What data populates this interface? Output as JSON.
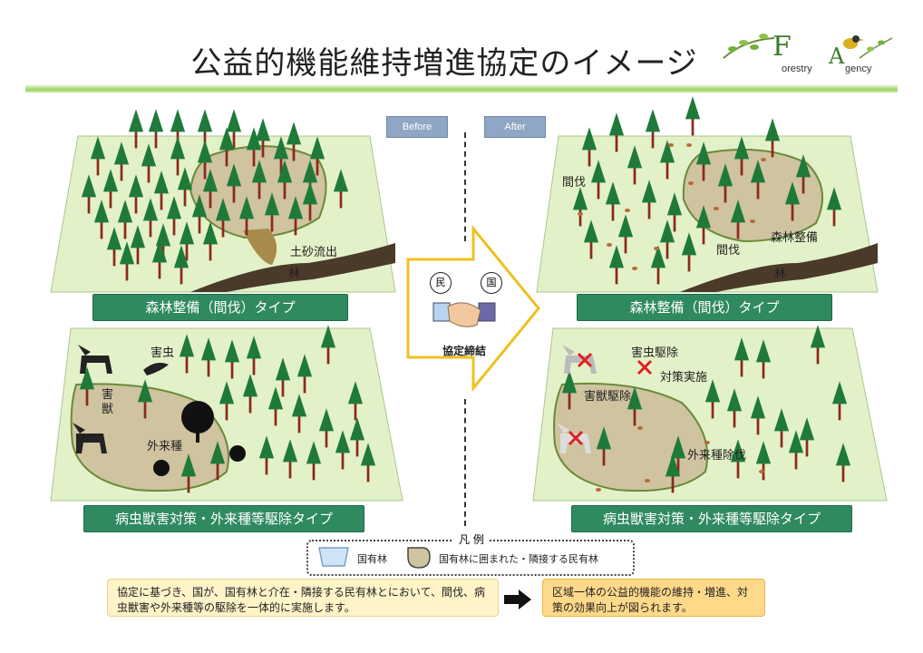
{
  "title": "公益的機能維持増進協定のイメージ",
  "logo": {
    "f_letter": "F",
    "orestry": "orestry",
    "a_letter": "A",
    "gency": "gency"
  },
  "tags": {
    "before": "Before",
    "after": "After"
  },
  "panels": {
    "top_left": {
      "label": "森林整備（間伐）タイプ",
      "texts": {
        "dosha": "土砂流出",
        "hayashi": "林"
      }
    },
    "top_right": {
      "label": "森林整備（間伐）タイプ",
      "texts": {
        "kanbatsu1": "間伐",
        "kanbatsu2": "間伐",
        "seibi": "森林整備",
        "hayashi": "林"
      }
    },
    "bottom_left": {
      "label": "病虫獣害対策・外来種等駆除タイプ",
      "texts": {
        "gaichu": "害虫",
        "gaiju": "害獣",
        "gairai": "外来種"
      }
    },
    "bottom_right": {
      "label": "病虫獣害対策・外来種等駆除タイプ",
      "texts": {
        "gaichu_kujo": "害虫駆除",
        "taisaku": "対策実施",
        "gaiju_kujo": "害獣駆除",
        "gairai_kujo": "外来種除伐"
      }
    }
  },
  "center": {
    "min": "民",
    "kuni": "国",
    "agreement": "協定締結"
  },
  "legend": {
    "title": "凡 例",
    "national": "国有林",
    "private": "国有林に囲まれた・隣接する民有林"
  },
  "notes": {
    "left": "協定に基づき、国が、国有林と介在・隣接する民有林とにおいて、間伐、病虫獣害や外来種等の駆除を一体的に実施します。",
    "right": "区域一体の公益的機能の維持・増進、対策の効果向上が図られます。"
  },
  "colors": {
    "green_bar": "#2f8a5f",
    "tree": "#1f7a3a",
    "trunk": "#8a2a1a",
    "forest_bg": "#e3f1c8",
    "private_bg": "#cfc3a0"
  }
}
